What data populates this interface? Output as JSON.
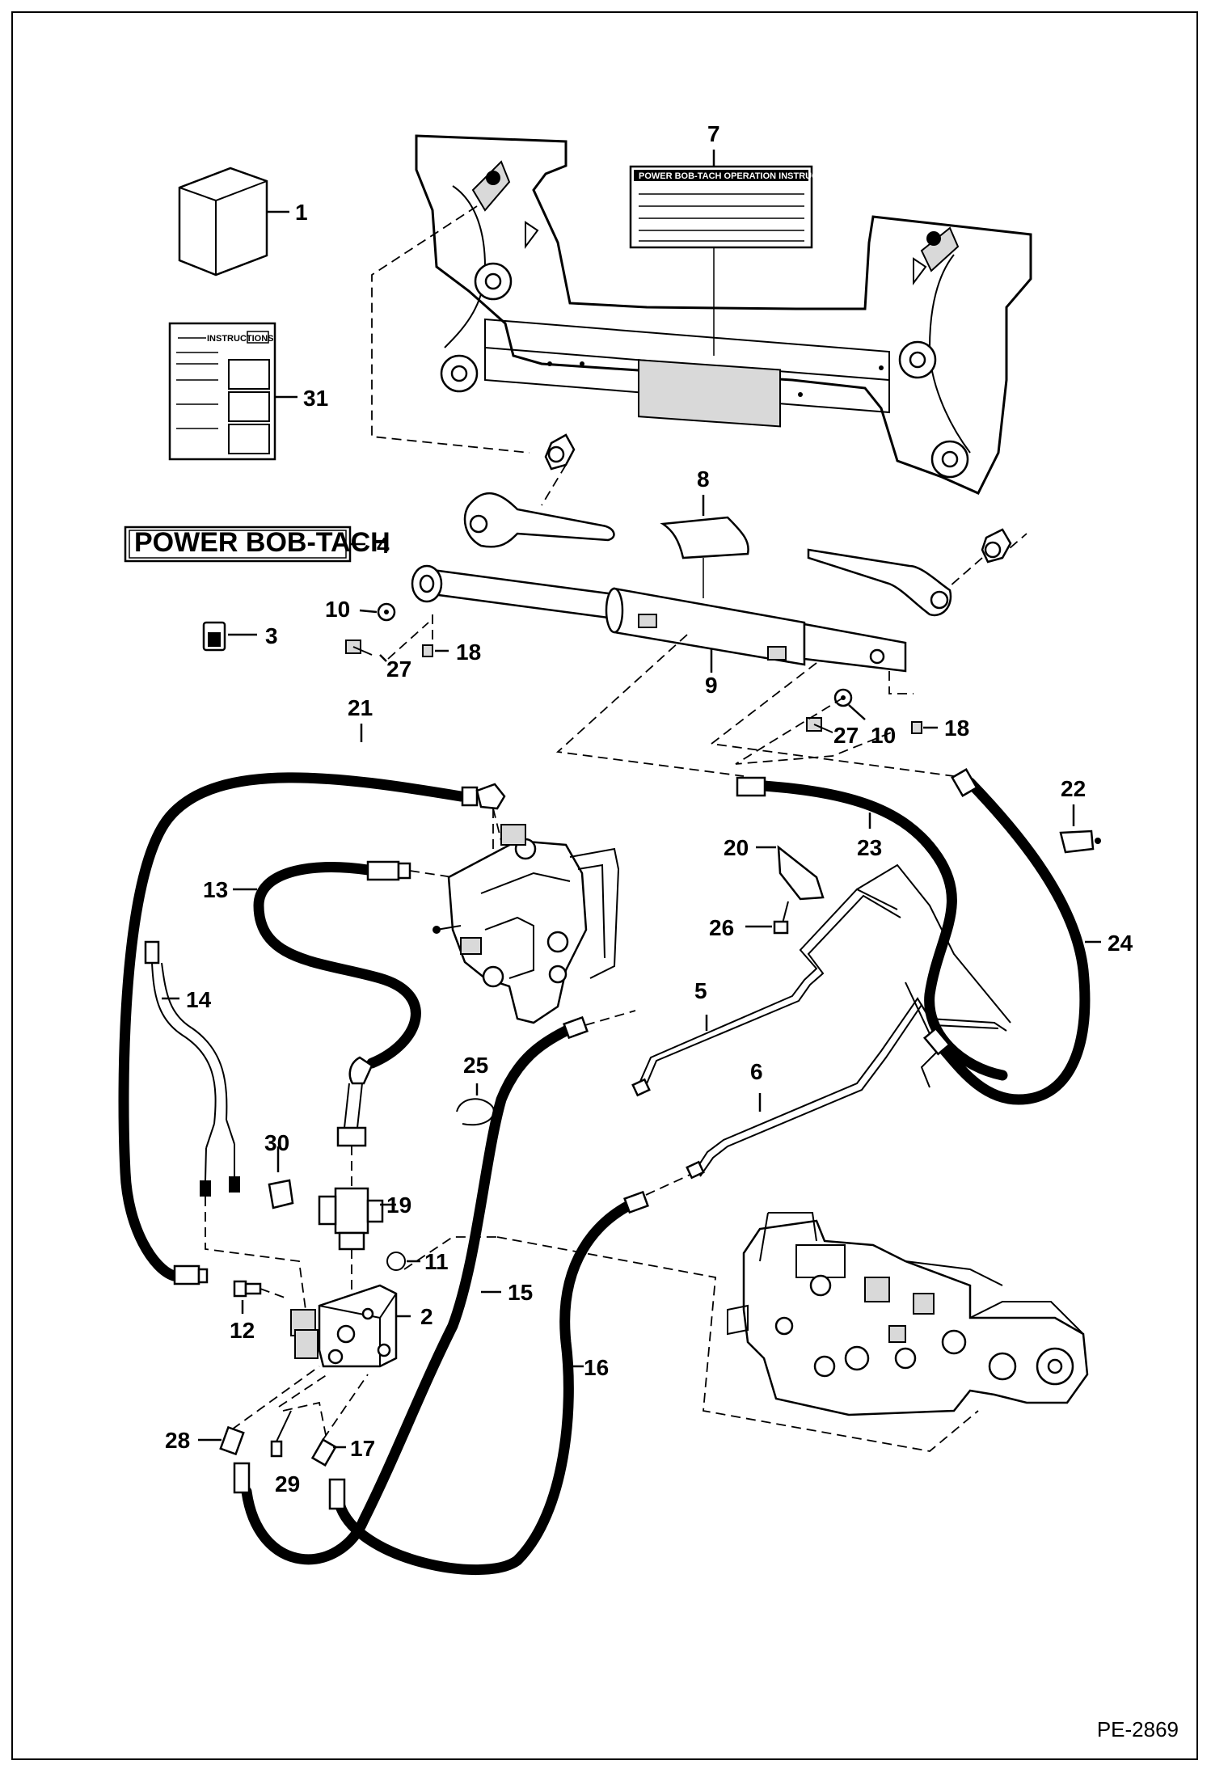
{
  "reference_code": "PE-2869",
  "callouts": {
    "c1": "1",
    "c2": "2",
    "c3": "3",
    "c4": "4",
    "c5": "5",
    "c6": "6",
    "c7": "7",
    "c8": "8",
    "c9": "9",
    "c10a": "10",
    "c10b": "10",
    "c11": "11",
    "c12": "12",
    "c13": "13",
    "c14": "14",
    "c15": "15",
    "c16": "16",
    "c17": "17",
    "c18a": "18",
    "c18b": "18",
    "c19": "19",
    "c20": "20",
    "c21": "21",
    "c22": "22",
    "c23": "23",
    "c24": "24",
    "c25": "25",
    "c26": "26",
    "c27a": "27",
    "c27b": "27",
    "c28": "28",
    "c29": "29",
    "c30": "30",
    "c31": "31"
  },
  "decals": {
    "power_bob_tach": "POWER BOB-TACH",
    "instructions_sheet": "INSTRUCTIONS",
    "operation_instructions": "POWER BOB-TACH OPERATION INSTRUCTIONS"
  }
}
